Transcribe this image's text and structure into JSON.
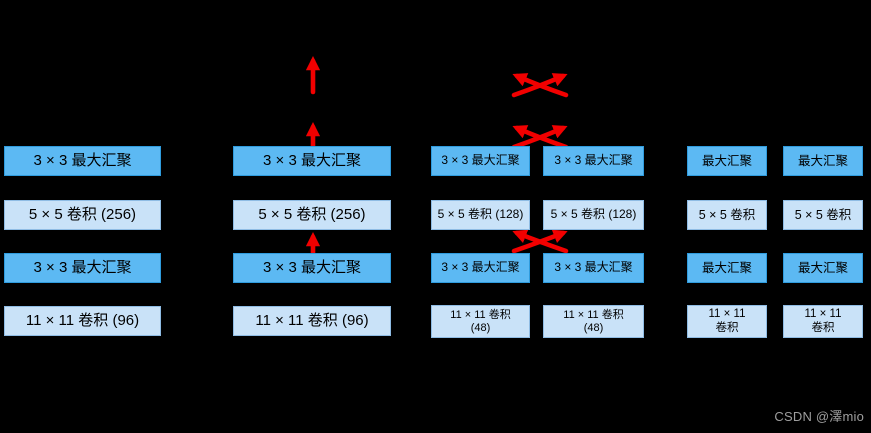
{
  "colors": {
    "background": "#000000",
    "pool_box": "#5CB9F3",
    "pool_border": "#2F9CDE",
    "conv_box": "#C9E2F8",
    "conv_border": "#8FBCE4",
    "arrow": "#F20000",
    "text": "#000000",
    "watermark": "#9E9E9E"
  },
  "watermark": {
    "text": "CSDN @澤mio"
  },
  "diagram": {
    "columns": [
      {
        "id": "alexnet-single-gpu-1",
        "layers": [
          {
            "label": "3 × 3 最大汇聚",
            "kind": "pool"
          },
          {
            "label": "5 × 5 卷积 (256)",
            "kind": "conv"
          },
          {
            "label": "3 × 3 最大汇聚",
            "kind": "pool"
          },
          {
            "label": "11 × 11 卷积 (96)",
            "kind": "conv"
          }
        ]
      },
      {
        "id": "alexnet-single-gpu-2",
        "layers": [
          {
            "label": "3 × 3 最大汇聚",
            "kind": "pool"
          },
          {
            "label": "5 × 5 卷积 (256)",
            "kind": "conv"
          },
          {
            "label": "3 × 3 最大汇聚",
            "kind": "pool"
          },
          {
            "label": "11 × 11 卷积 (96)",
            "kind": "conv"
          }
        ]
      },
      {
        "id": "alexnet-split-gpu-a",
        "layers": [
          {
            "label": "3 × 3 最大汇聚",
            "kind": "pool"
          },
          {
            "label": "5 × 5 卷积 (128)",
            "kind": "conv"
          },
          {
            "label": "3 × 3 最大汇聚",
            "kind": "pool"
          },
          {
            "label": "11 × 11 卷积\n(48)",
            "kind": "conv"
          }
        ]
      },
      {
        "id": "alexnet-split-gpu-b",
        "layers": [
          {
            "label": "3 × 3 最大汇聚",
            "kind": "pool"
          },
          {
            "label": "5 × 5 卷积 (128)",
            "kind": "conv"
          },
          {
            "label": "3 × 3 最大汇聚",
            "kind": "pool"
          },
          {
            "label": "11 × 11 卷积\n(48)",
            "kind": "conv"
          }
        ]
      },
      {
        "id": "alexnet-small-gpu-a",
        "layers": [
          {
            "label": "最大汇聚",
            "kind": "pool"
          },
          {
            "label": "5 × 5 卷积",
            "kind": "conv"
          },
          {
            "label": "最大汇聚",
            "kind": "pool"
          },
          {
            "label": "11 × 11\n卷积",
            "kind": "conv"
          }
        ]
      },
      {
        "id": "alexnet-small-gpu-b",
        "layers": [
          {
            "label": "最大汇聚",
            "kind": "pool"
          },
          {
            "label": "5 × 5 卷积",
            "kind": "conv"
          },
          {
            "label": "最大汇聚",
            "kind": "pool"
          },
          {
            "label": "11 × 11\n卷积",
            "kind": "conv"
          }
        ]
      }
    ],
    "annotations": {
      "up_arrows": [
        {
          "at": "above-column-2-top",
          "direction": "up"
        },
        {
          "at": "above-column-2-upper",
          "direction": "up"
        },
        {
          "at": "column-2-between-conv5-and-pool3",
          "direction": "up"
        }
      ],
      "crossed_arrows": [
        {
          "at": "above-split-columns-top"
        },
        {
          "at": "above-split-columns-pool"
        },
        {
          "at": "split-columns-between-conv5-and-pool3"
        }
      ]
    }
  }
}
